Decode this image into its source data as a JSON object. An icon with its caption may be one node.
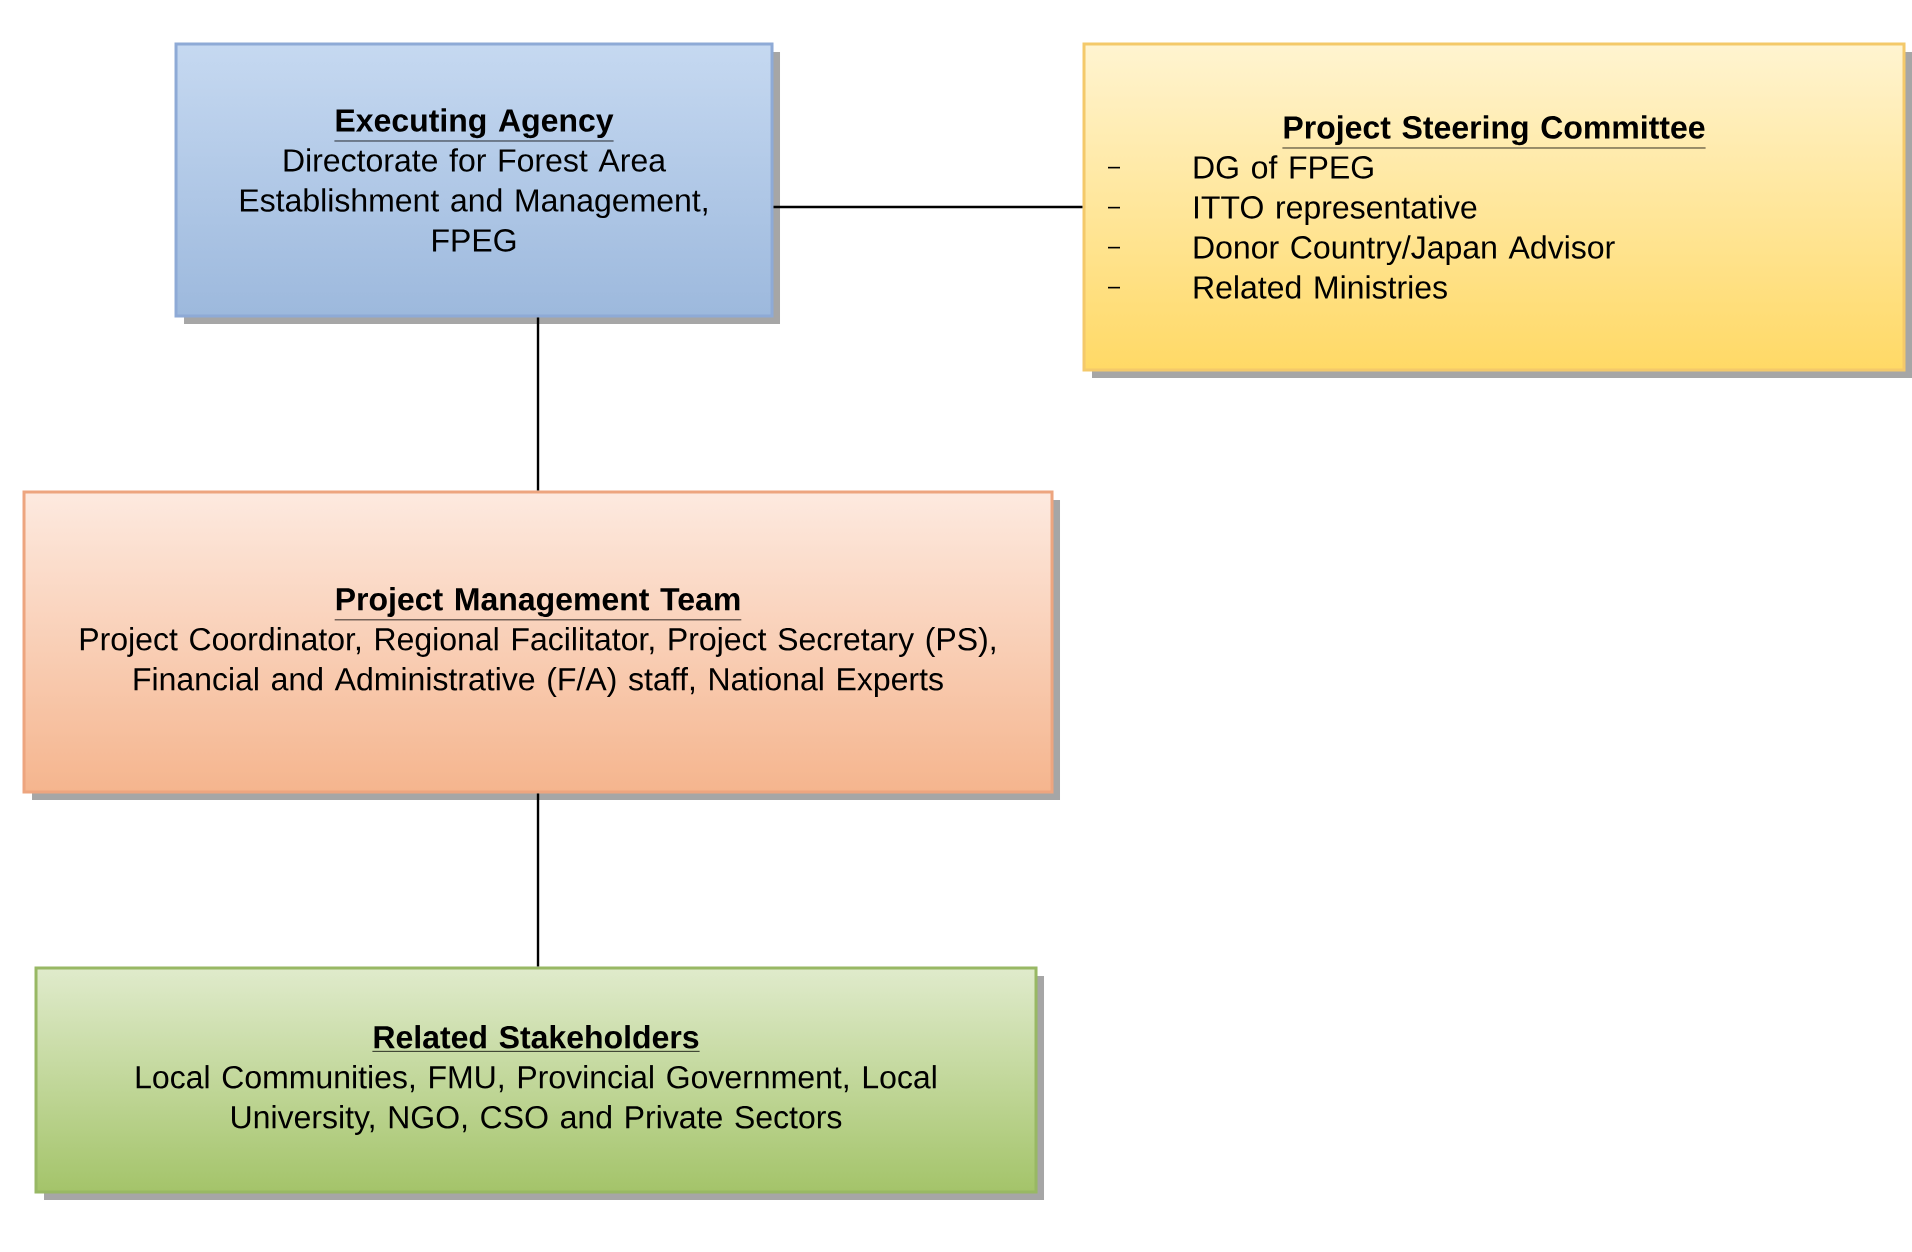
{
  "diagram": {
    "nodes": [
      {
        "text": [
          "Executing Agency",
          "Directorate for Forest Area Establishment and Management, FPEG"
        ]
      },
      {
        "text": [
          "Project Steering Committee",
          "DG of FPEG",
          "ITTO representative",
          "Donor Country/Japan Advisor",
          "Related Ministries"
        ]
      },
      {
        "text": [
          "Project Management Team",
          "Project Coordinator, Regional Facilitator, Project Secretary (PS), Financial and Administrative (F/A) staff, National Experts"
        ]
      },
      {
        "text": [
          "Related Stakeholders",
          "Local Communities, FMU, Provincial Government, Local University, NGO, CSO and Private Sectors"
        ]
      }
    ],
    "edges": [
      {
        "from": 0,
        "to": 1,
        "arrow": "none"
      },
      {
        "from": 0,
        "to": 2,
        "arrow": "none"
      },
      {
        "from": 2,
        "to": 3,
        "arrow": "none"
      }
    ]
  }
}
